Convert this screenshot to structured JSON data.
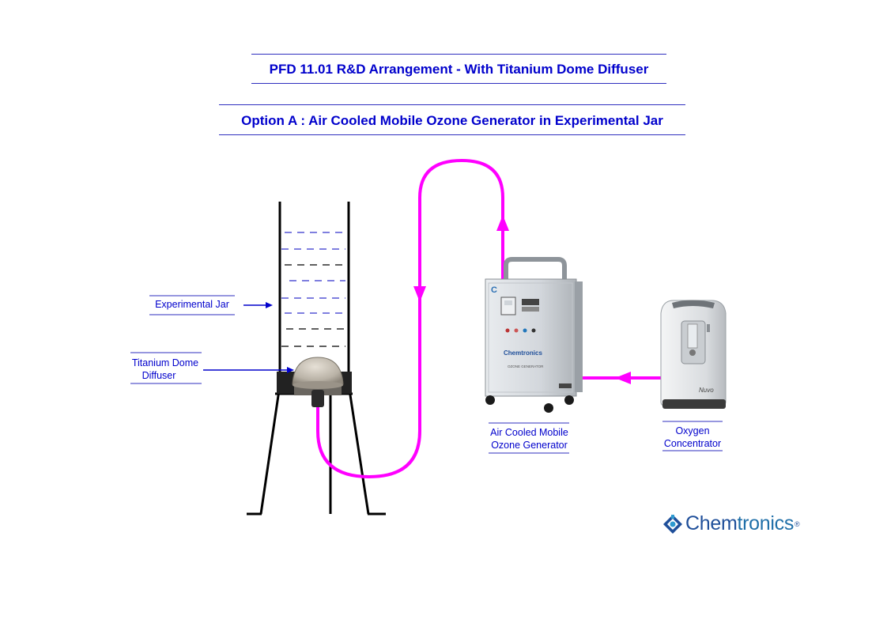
{
  "titles": {
    "main": "PFD 11.01 R&D Arrangement - With Titanium Dome Diffuser",
    "option": "Option A : Air Cooled Mobile Ozone Generator in Experimental Jar"
  },
  "labels": {
    "experimental_jar": "Experimental Jar",
    "diffuser_line1": "Titanium Dome",
    "diffuser_line2": "Diffuser",
    "generator_line1": "Air Cooled Mobile",
    "generator_line2": "Ozone Generator",
    "concentrator_line1": "Oxygen",
    "concentrator_line2": "Concentrator"
  },
  "equipment": {
    "generator_brand": "Chemtronics",
    "generator_panel": "OZONE GENERATOR",
    "concentrator_brand": "Nuvo"
  },
  "logo": {
    "brand_part1": "Chem",
    "brand_part2": "tronics",
    "registered": "®"
  },
  "colors": {
    "flow_line": "#ff00ff",
    "text": "#0000cc",
    "jar_outline": "#000000"
  }
}
